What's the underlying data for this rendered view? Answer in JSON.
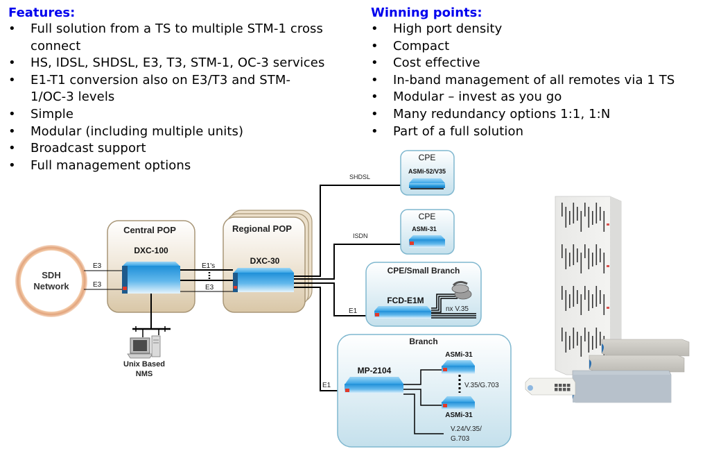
{
  "features": {
    "title": "Features:",
    "items": [
      "Full solution from a TS to multiple STM-1 cross connect",
      "HS, IDSL, SHDSL, E3, T3, STM-1, OC-3 services",
      "E1-T1 conversion also on E3/T3 and STM-1/OC-3 levels",
      "Simple",
      "Modular (including multiple units)",
      "Broadcast support",
      "Full management options"
    ]
  },
  "winning_points": {
    "title": "Winning points:",
    "items": [
      "High port density",
      "Compact",
      "Cost effective",
      "In-band management of all remotes via 1 TS",
      "Modular – invest as you go",
      "Many redundancy options 1:1, 1:N",
      "Part of a full solution"
    ]
  },
  "diagram": {
    "sdh_network": {
      "line1": "SDH",
      "line2": "Network"
    },
    "central_pop": {
      "title": "Central POP",
      "device": "DXC-100"
    },
    "regional_pop": {
      "title": "Regional POP",
      "device": "DXC-30"
    },
    "nms": {
      "line1": "Unix Based",
      "line2": "NMS"
    },
    "cpe_shdsl": {
      "title": "CPE",
      "device": "ASMi-52/V35",
      "link": "SHDSL"
    },
    "cpe_isdn": {
      "title": "CPE",
      "device": "ASMi-31",
      "link": "ISDN"
    },
    "small_branch": {
      "title": "CPE/Small Branch",
      "device": "FCD-E1M",
      "link": "E1",
      "output": "nx V.35"
    },
    "branch": {
      "title": "Branch",
      "device": "MP-2104",
      "link": "E1",
      "modem_top": "ASMi-31",
      "modem_bottom": "ASMi-31",
      "modem_link": "V.35/G.703",
      "output_line1": "V.24/V.35/",
      "output_line2": "G.703"
    },
    "links": {
      "sdh_e3_top": "E3",
      "sdh_e3_bottom": "E3",
      "e1s": "E1's",
      "e3": "E3"
    }
  },
  "colors": {
    "heading": "#0000ee",
    "pop_fill": "#dfcfb3",
    "branch_fill": "#cfe6ef",
    "device_blue": "#2a9fe0"
  }
}
